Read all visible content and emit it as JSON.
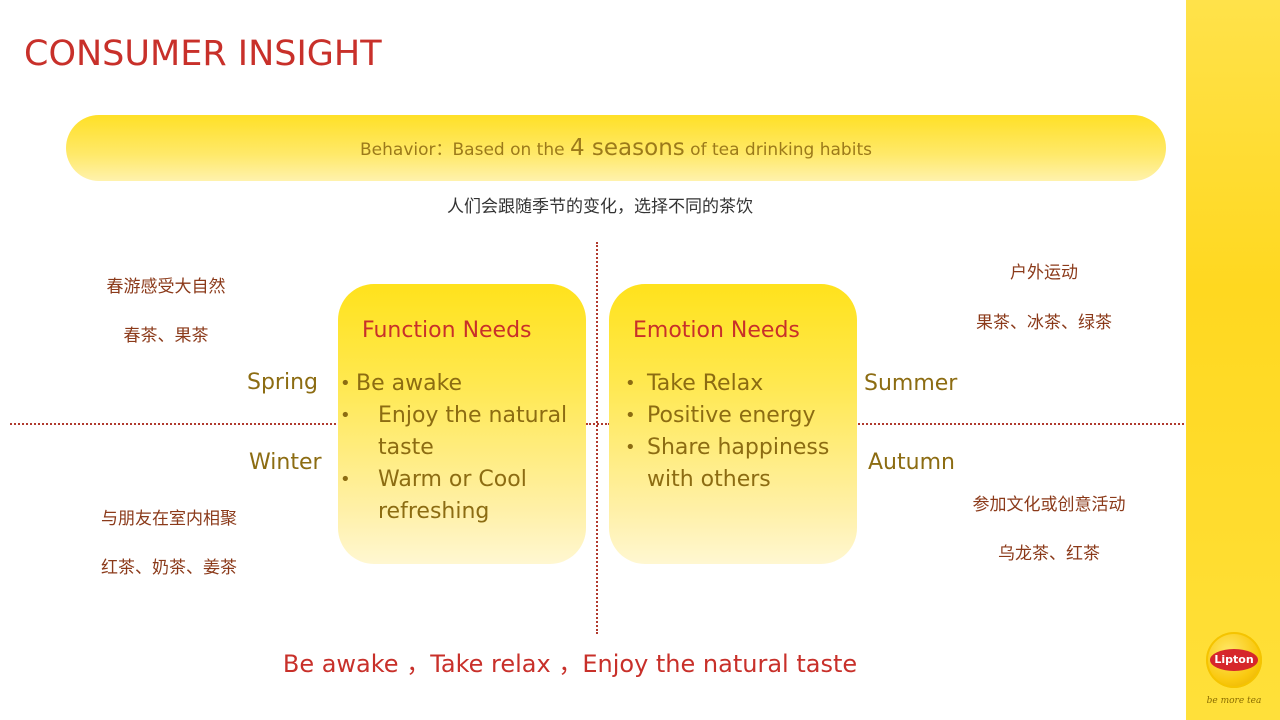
{
  "slide": {
    "title": "CONSUMER INSIGHT",
    "banner": {
      "prefix": "Behavior：Based  on the ",
      "highlight": "4 seasons",
      "suffix": " of tea drinking habits"
    },
    "subtitle": "人们会跟随季节的变化，选择不同的茶饮",
    "function_box": {
      "title": "Function Needs",
      "items": [
        "Be awake",
        "Enjoy the natural taste",
        "Warm or Cool refreshing"
      ]
    },
    "emotion_box": {
      "title": "Emotion Needs",
      "items": [
        "Take Relax",
        "Positive energy",
        "Share happiness with others"
      ]
    },
    "seasons": {
      "spring": "Spring",
      "summer": "Summer",
      "winter": "Winter",
      "autumn": "Autumn"
    },
    "notes": {
      "spring_activity": "春游感受大自然",
      "spring_tea": "春茶、果茶",
      "summer_activity": "户外运动",
      "summer_tea": "果茶、冰茶、绿茶",
      "winter_activity": "与朋友在室内相聚",
      "winter_tea": "红茶、奶茶、姜茶",
      "autumn_activity": "参加文化或创意活动",
      "autumn_tea": "乌龙茶、红茶"
    },
    "bottom_line": "Be awake ，Take relax ，Enjoy the natural taste"
  },
  "brand": {
    "logo_text": "Lipton",
    "tagline": "be more tea",
    "title_color": "#c8302a",
    "yellow": "#ffe21c"
  }
}
